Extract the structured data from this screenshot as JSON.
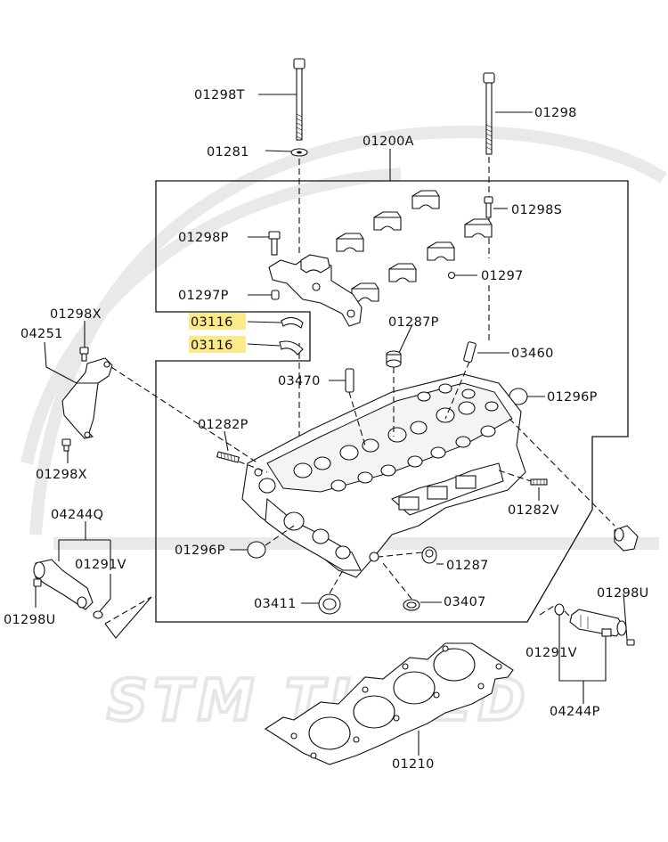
{
  "watermark": {
    "text": "STM TUNED",
    "color": "#e6e6e6"
  },
  "highlight_color": "#fbe98a",
  "labels": {
    "p01298T": "01298T",
    "p01298": "01298",
    "p01281": "01281",
    "p01200A": "01200A",
    "p01298S": "01298S",
    "p01298P": "01298P",
    "p01297": "01297",
    "p01297P": "01297P",
    "p03116a": "03116",
    "p03116b": "03116",
    "p01298X_top": "01298X",
    "p04251": "04251",
    "p01287P": "01287P",
    "p03460": "03460",
    "p03470": "03470",
    "p01296P_right": "01296P",
    "p01282P": "01282P",
    "p01298X_bottom": "01298X",
    "p04244Q": "04244Q",
    "p01291V_left": "01291V",
    "p01298U_left": "01298U",
    "p01296P_left": "01296P",
    "p01282V": "01282V",
    "p01287": "01287",
    "p03411": "03411",
    "p03407": "03407",
    "p01298U_right": "01298U",
    "p01291V_right": "01291V",
    "p04244P": "04244P",
    "p01210": "01210"
  }
}
